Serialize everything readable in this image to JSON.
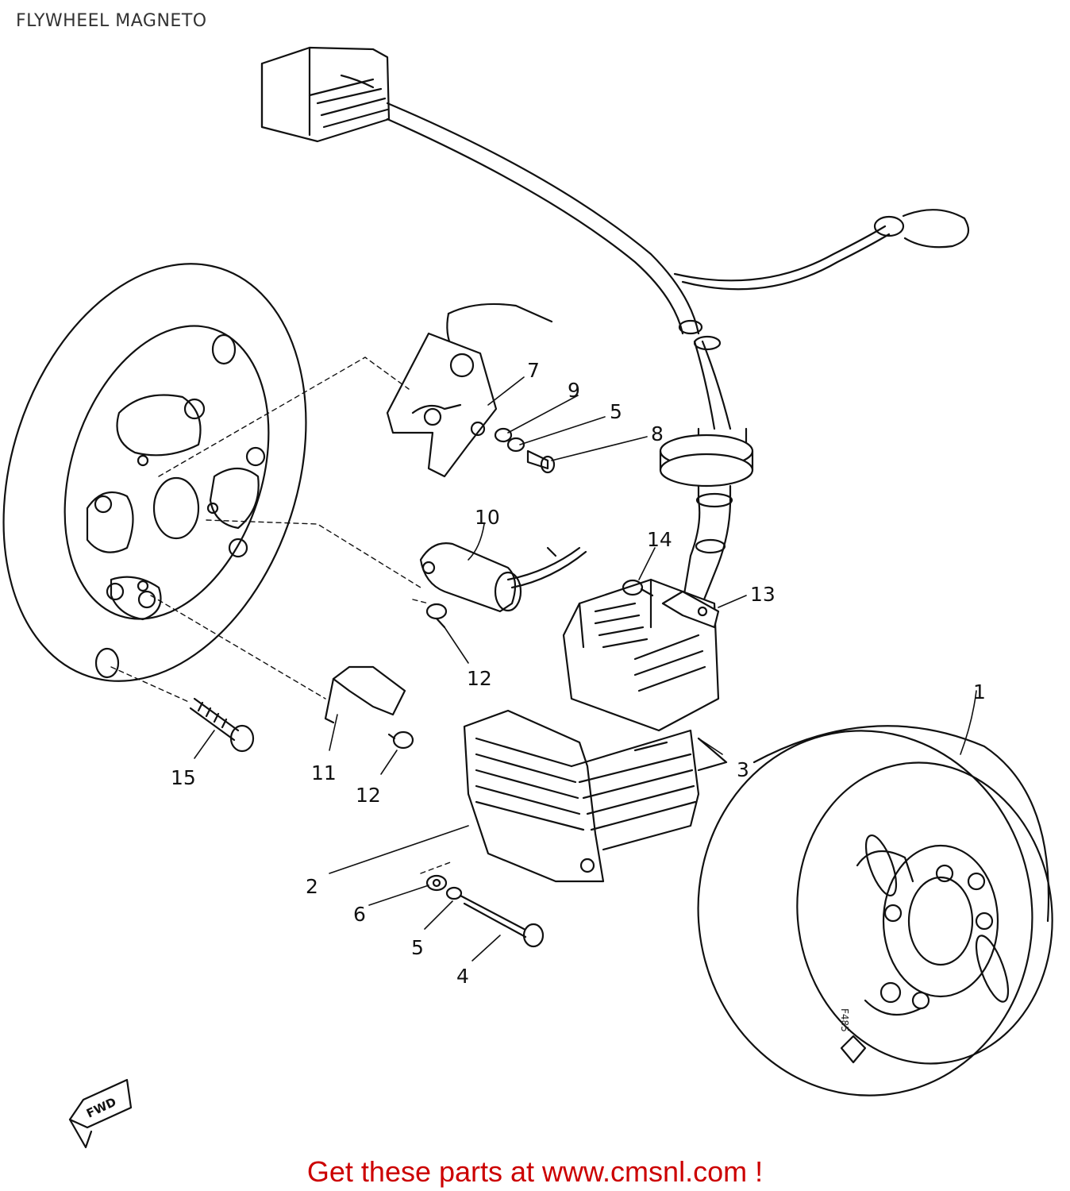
{
  "title": "FLYWHEEL MAGNETO",
  "footer": {
    "text": "Get these parts at www.cmsnl.com !"
  },
  "fwd_marker": {
    "label": "FWD",
    "icon": "forward-arrow-icon"
  },
  "flywheel_stamp": "F485",
  "callouts": [
    {
      "id": "1",
      "label": "1"
    },
    {
      "id": "2",
      "label": "2"
    },
    {
      "id": "3",
      "label": "3"
    },
    {
      "id": "4",
      "label": "4"
    },
    {
      "id": "5a",
      "label": "5"
    },
    {
      "id": "5b",
      "label": "5"
    },
    {
      "id": "6",
      "label": "6"
    },
    {
      "id": "7",
      "label": "7"
    },
    {
      "id": "8",
      "label": "8"
    },
    {
      "id": "9",
      "label": "9"
    },
    {
      "id": "10",
      "label": "10"
    },
    {
      "id": "11",
      "label": "11"
    },
    {
      "id": "12a",
      "label": "12"
    },
    {
      "id": "12b",
      "label": "12"
    },
    {
      "id": "13",
      "label": "13"
    },
    {
      "id": "14",
      "label": "14"
    },
    {
      "id": "15",
      "label": "15"
    }
  ],
  "colors": {
    "line": "#111111",
    "footer_link": "#cc0000",
    "title": "#333333"
  }
}
